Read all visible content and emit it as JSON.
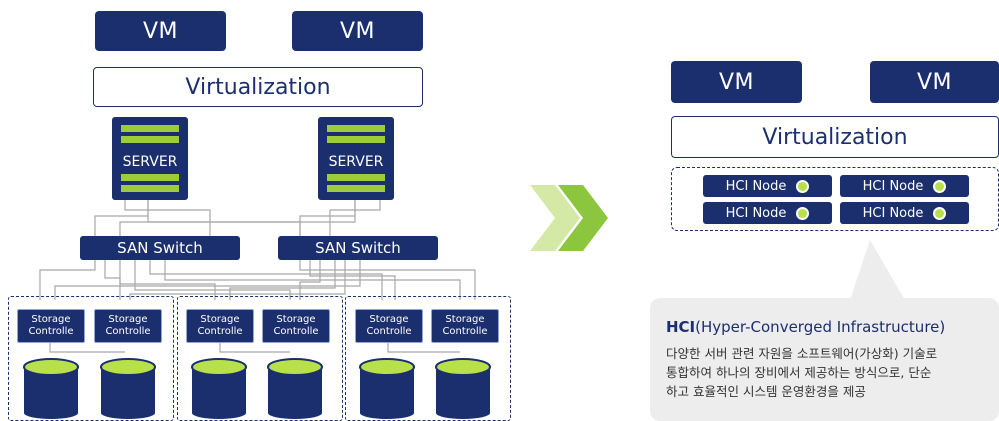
{
  "left": {
    "vm_labels": [
      "VM",
      "VM"
    ],
    "virtualization_label": "Virtualization",
    "server_labels": [
      "SERVER",
      "SERVER"
    ],
    "san_labels": [
      "SAN Switch",
      "SAN Switch"
    ],
    "storage_controller_label_line1": "Storage",
    "storage_controller_label_line2": "Controlle"
  },
  "right": {
    "vm_labels": [
      "VM",
      "VM"
    ],
    "virtualization_label": "Virtualization",
    "hci_node_label": "HCI Node",
    "callout": {
      "title_bold": "HCI",
      "title_rest": "(Hyper-Converged Infrastructure)",
      "desc_line1": "다양한 서버 관련 자원을 소프트웨어(가상화) 기술로",
      "desc_line2": "통합하여 하나의 장비에서 제공하는 방식으로, 단순",
      "desc_line3": "하고 효율적인 시스템 운영환경을 제공"
    }
  },
  "colors": {
    "navy": "#1b2f6e",
    "green": "#9dcc3a",
    "arrow_light": "#d4e9a6",
    "arrow_dark": "#8cc63f",
    "callout_bg": "#ededed",
    "disk_top": "#b7e04a"
  },
  "icons": [
    "double-chevron-right-icon",
    "server-icon",
    "disk-icon",
    "status-dot-icon"
  ]
}
